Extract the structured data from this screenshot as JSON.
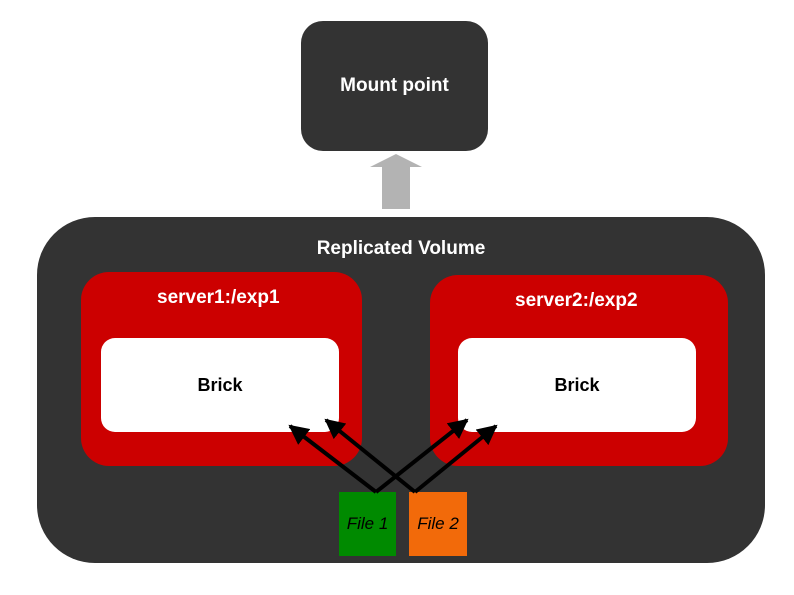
{
  "mount_point": {
    "label": "Mount point"
  },
  "volume": {
    "title": "Replicated Volume",
    "servers": [
      {
        "label": "server1:/exp1",
        "brick_label": "Brick"
      },
      {
        "label": "server2:/exp2",
        "brick_label": "Brick"
      }
    ]
  },
  "files": [
    {
      "label": "File 1",
      "color": "#008a00"
    },
    {
      "label": "File 2",
      "color": "#f26a0a"
    }
  ],
  "colors": {
    "volume": "#333333",
    "server": "#cc0000",
    "brick": "#ffffff",
    "up_arrow": "#b3b3b3",
    "replication_arrow": "#000000"
  }
}
